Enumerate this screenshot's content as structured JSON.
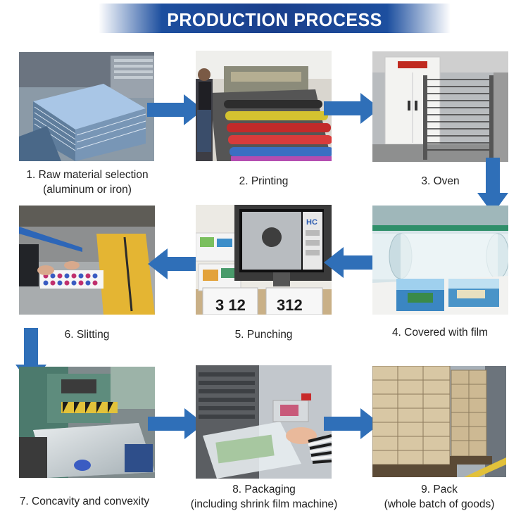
{
  "banner": {
    "title": "PRODUCTION PROCESS"
  },
  "arrow_color": "#2f6fb8",
  "banner_color": "#1a3f8c",
  "steps": [
    {
      "line1": "1. Raw material selection",
      "line2": "(aluminum or iron)"
    },
    {
      "line1": "2. Printing",
      "line2": ""
    },
    {
      "line1": "3. Oven",
      "line2": ""
    },
    {
      "line1": "4. Covered with film",
      "line2": ""
    },
    {
      "line1": "5. Punching",
      "line2": ""
    },
    {
      "line1": "6. Slitting",
      "line2": ""
    },
    {
      "line1": "7. Concavity and convexity",
      "line2": ""
    },
    {
      "line1": "8. Packaging",
      "line2": "(including shrink film machine)"
    },
    {
      "line1": "9. Pack",
      "line2": "(whole batch of goods)"
    }
  ],
  "punching_plates": [
    "3 12",
    "312"
  ],
  "brand_mark": "HC"
}
